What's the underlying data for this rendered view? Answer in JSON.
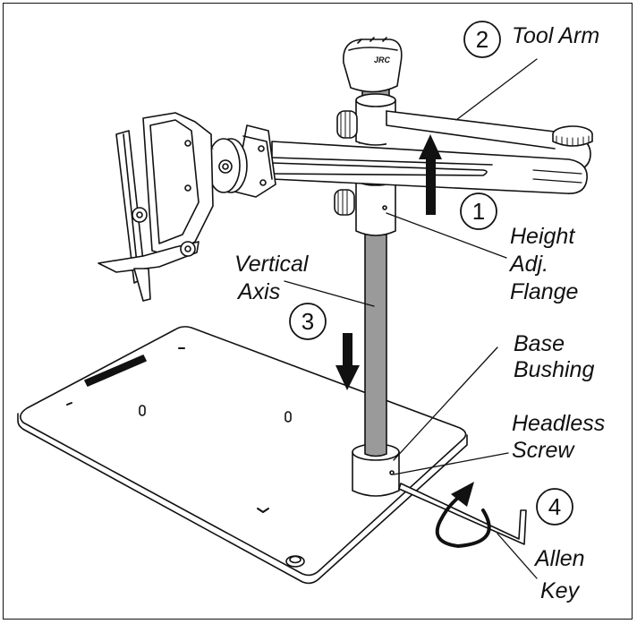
{
  "labels": {
    "tool_arm": "Tool Arm",
    "height_line1": "Height",
    "height_line2": "Adj.",
    "height_line3": "Flange",
    "vertical_line1": "Vertical",
    "vertical_line2": "Axis",
    "base_line1": "Base",
    "base_line2": "Bushing",
    "headless_line1": "Headless",
    "headless_line2": "Screw",
    "allen_line1": "Allen",
    "allen_line2": "Key"
  },
  "steps": [
    "2",
    "1",
    "3",
    "4"
  ],
  "brand_mark": "JRC",
  "colors": {
    "line": "#111111",
    "post_fill": "#9a9a9a",
    "background": "#ffffff"
  }
}
